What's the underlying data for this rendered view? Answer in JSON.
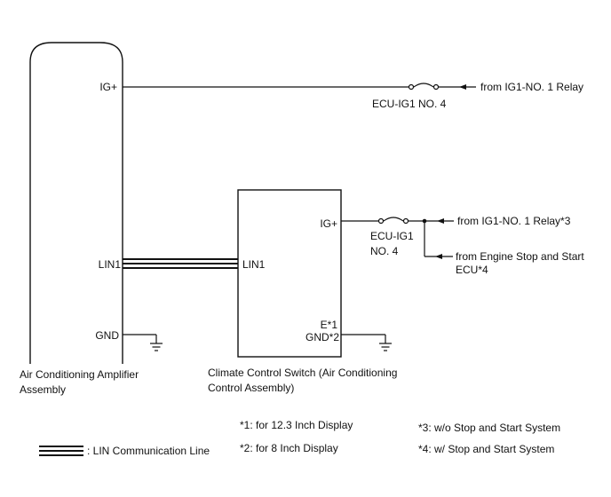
{
  "amplifier": {
    "pins": {
      "ig": "IG+",
      "lin": "LIN1",
      "gnd": "GND"
    },
    "name_line1": "Air Conditioning Amplifier",
    "name_line2": "Assembly"
  },
  "climate_switch": {
    "pins": {
      "ig": "IG+",
      "lin": "LIN1",
      "e": "E*1",
      "gnd": "GND*2"
    },
    "name_line1": "Climate Control Switch (Air Conditioning",
    "name_line2": "Control Assembly)"
  },
  "fuses": {
    "top": "ECU-IG1 NO. 4",
    "mid_line1": "ECU-IG1",
    "mid_line2": "NO. 4"
  },
  "sources": {
    "top": "from IG1-NO. 1 Relay",
    "mid": "from IG1-NO. 1 Relay*3",
    "bottom_line1": "from Engine Stop and Start",
    "bottom_line2": "ECU*4"
  },
  "notes": {
    "n1": "*1: for 12.3 Inch Display",
    "n2": "*2: for 8 Inch Display",
    "n3": "*3: w/o Stop and Start System",
    "n4": "*4: w/ Stop and Start System"
  },
  "legend": {
    "lin_label": ": LIN Communication Line"
  }
}
